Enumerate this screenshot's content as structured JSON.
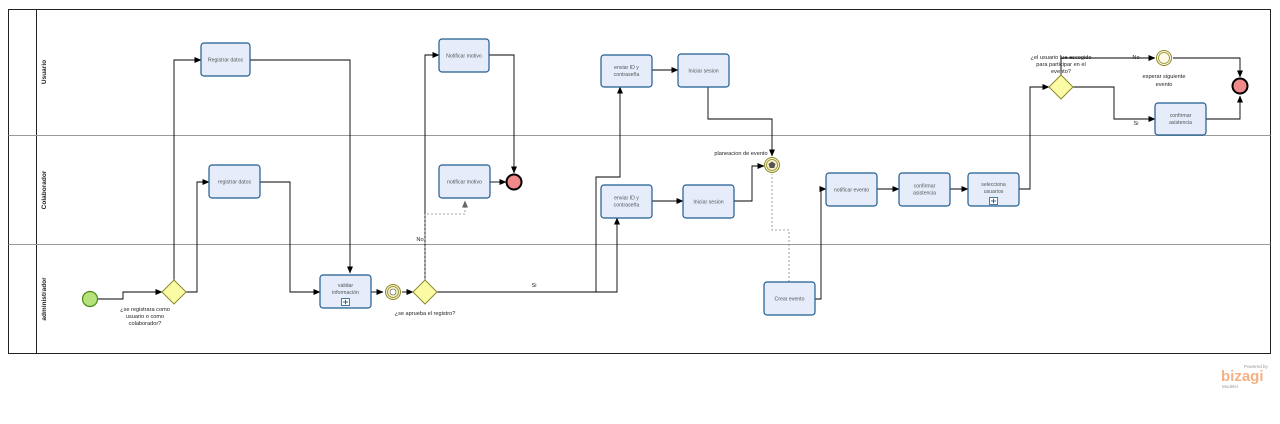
{
  "lanes": {
    "usuario": "Usuario",
    "colaborador": "Colaborador",
    "administrador": "administrador"
  },
  "tasks": {
    "registrar_datos_usuario": [
      "Registrar datos"
    ],
    "notificar_motivo_usuario": [
      "Notificar motivo"
    ],
    "enviar_id_usuario": [
      "enviar ID y",
      "contraseña"
    ],
    "iniciar_sesion_usuario": [
      "Iniciar sesion"
    ],
    "confirmar_asistencia_usuario": [
      "confirmar",
      "asistencia"
    ],
    "registrar_datos_colaborador": [
      "registrar datos"
    ],
    "notificar_motivo_colaborador": [
      "notificar motivo"
    ],
    "enviar_id_colaborador": [
      "enviar ID y",
      "contraseña"
    ],
    "iniciar_sesion_colaborador": [
      "Iniciar sesion"
    ],
    "notificar_evento": [
      "notificar evento"
    ],
    "confirmar_asistencia_colaborador": [
      "confirmar",
      "asistencia"
    ],
    "selecciona_usuarios": [
      "selecciona",
      "usuarios"
    ],
    "validar_informacion": [
      "validar",
      "información"
    ],
    "crear_evento": [
      "Crear evento"
    ]
  },
  "gateways": {
    "registro_tipo": [
      "¿se registrara como",
      "usuario o como",
      "colaborador?"
    ],
    "aprueba_registro": [
      "¿se aprueba el registro?"
    ],
    "usuario_escogido": [
      "¿el usuario fue escogido",
      "para participar en el",
      "evento?"
    ]
  },
  "events": {
    "planeacion_evento": "planeacion de evento",
    "esperar_siguiente": [
      "esperar siguiente",
      "evento"
    ]
  },
  "flow_labels": {
    "no_aprobado": "No",
    "si_aprobado": "Si",
    "no_escogido": "No",
    "si_escogido": "Si"
  },
  "watermark": {
    "powered_by": "Powered by",
    "brand": "bizagi",
    "product": "Modeler"
  },
  "colors": {
    "task_fill": "#e6ecfa",
    "task_stroke": "#1f5c8f",
    "start_fill": "#b6e27c",
    "end_fill": "#f08a8a",
    "gateway_fill": "#fbfaa5",
    "intermediate_fill": "#f5f0c8"
  }
}
